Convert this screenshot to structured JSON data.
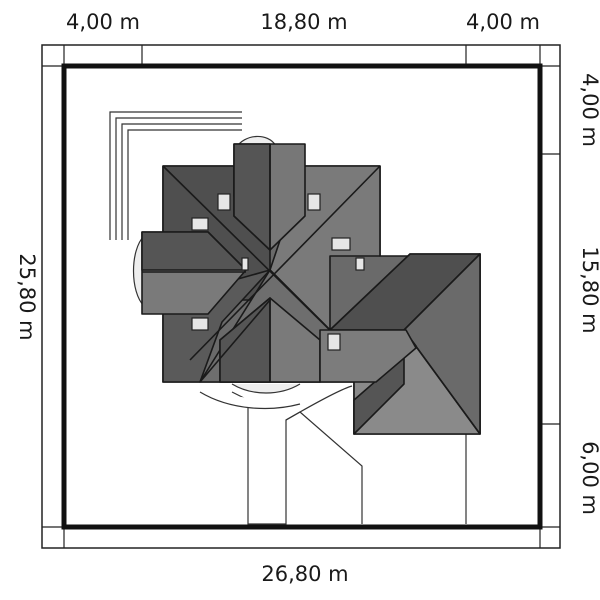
{
  "dimensions": {
    "top_left": "4,00 m",
    "top_middle": "18,80 m",
    "top_right": "4,00 m",
    "bottom": "26,80 m",
    "left": "25,80 m",
    "right_top": "4,00 m",
    "right_middle": "15,80 m",
    "right_bottom": "6,00 m"
  },
  "colors": {
    "plot_border": "#111111",
    "roof_dark": "#555555",
    "roof_mid": "#6e6e6e",
    "roof_light": "#8a8a8a",
    "ridge": "#1a1a1a",
    "skylight": "#e6e6e6"
  }
}
